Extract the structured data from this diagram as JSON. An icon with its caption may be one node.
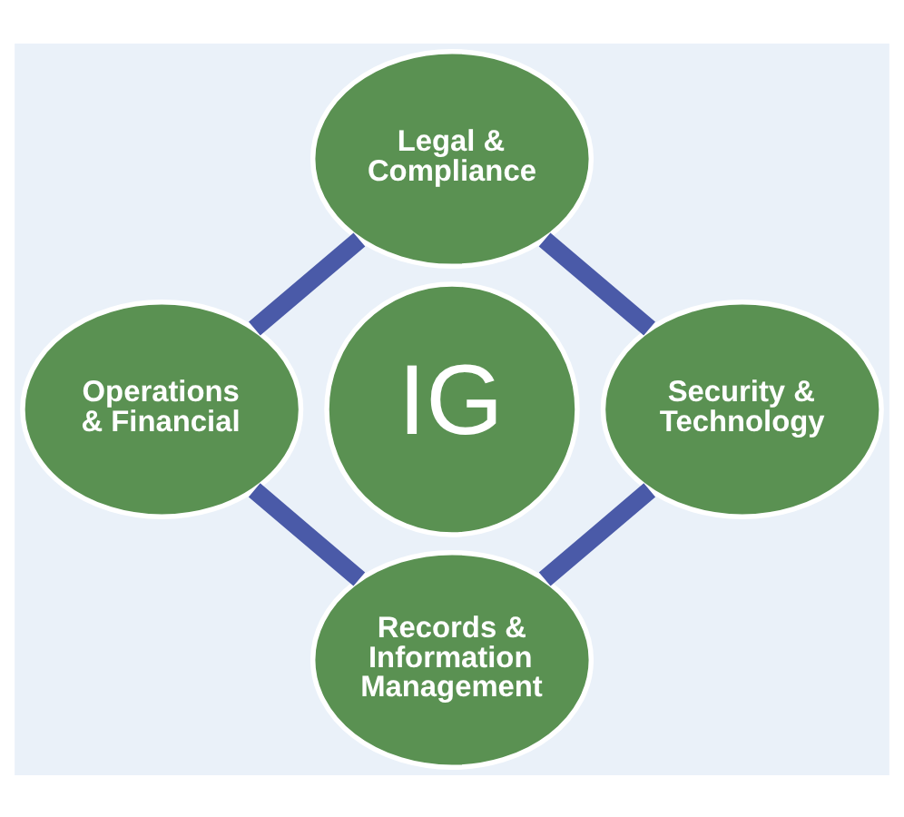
{
  "diagram": {
    "nodes": [
      {
        "text": [
          "Legal & Compliance"
        ]
      },
      {
        "text": [
          "Operations & Financial"
        ]
      },
      {
        "text": [
          "IG"
        ]
      },
      {
        "text": [
          "Security & Technology"
        ]
      },
      {
        "text": [
          "Records & Information Management"
        ]
      }
    ],
    "edges": [
      {
        "from": 0,
        "to": 3,
        "arrow": "none"
      },
      {
        "from": 3,
        "to": 4,
        "arrow": "none"
      },
      {
        "from": 4,
        "to": 1,
        "arrow": "none"
      },
      {
        "from": 1,
        "to": 0,
        "arrow": "none"
      }
    ]
  }
}
